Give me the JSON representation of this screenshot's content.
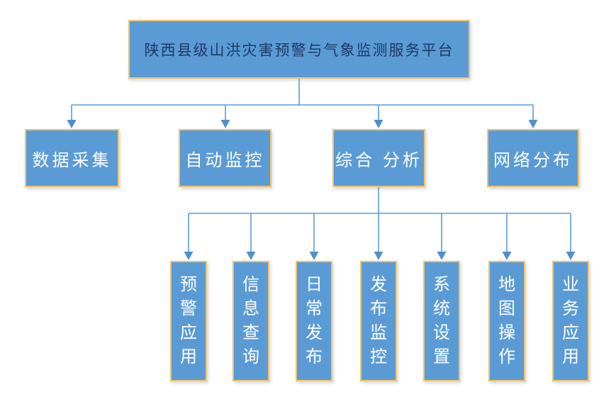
{
  "diagram": {
    "type": "org-chart",
    "root": {
      "label": "陕西县级山洪灾害预警与气象监测服务平台"
    },
    "level2": [
      {
        "label": "数据采集"
      },
      {
        "label": "自动监控"
      },
      {
        "label": "综合 分析"
      },
      {
        "label": "网络分布"
      }
    ],
    "level3_parent": "综合 分析",
    "level3": [
      {
        "label": "预警应用"
      },
      {
        "label": "信息查询"
      },
      {
        "label": "日常发布"
      },
      {
        "label": "发布监控"
      },
      {
        "label": "系统设置"
      },
      {
        "label": "地图操作"
      },
      {
        "label": "业务应用"
      }
    ],
    "colors": {
      "node_fill": "#5B9BD5",
      "node_border": "#EFC36B",
      "connector": "#5B9BD5",
      "root_text": "#1F3864",
      "node_text": "#FFFFFF",
      "background": "#FFFFFF"
    }
  }
}
